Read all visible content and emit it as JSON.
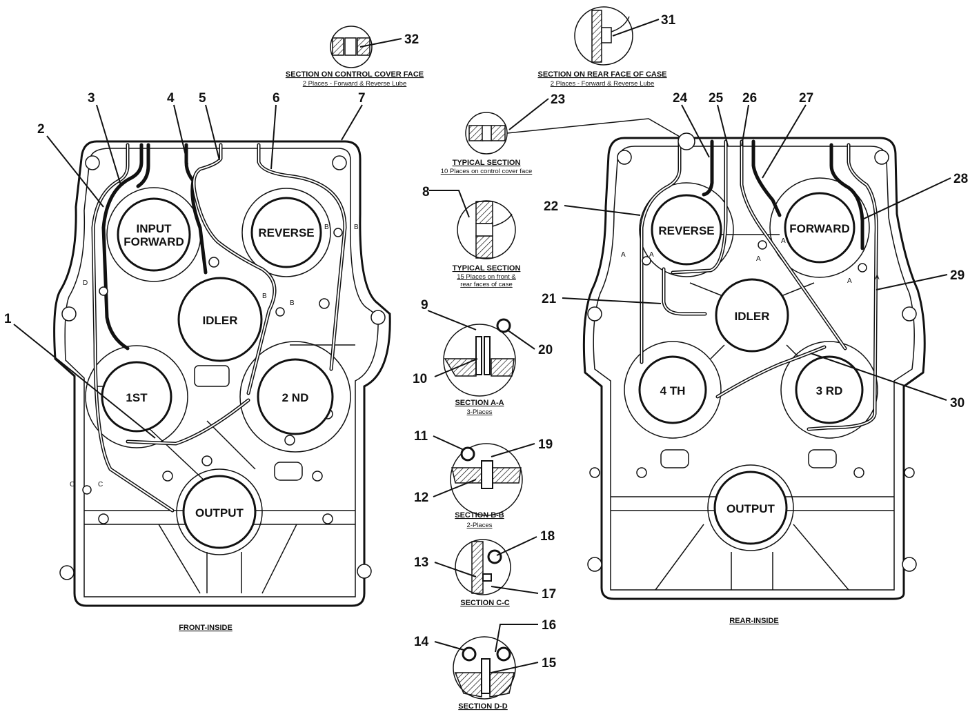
{
  "views": {
    "front_title": "FRONT-INSIDE",
    "rear_title": "REAR-INSIDE"
  },
  "gears_front": {
    "input_line1": "INPUT",
    "input_line2": "FORWARD",
    "reverse": "REVERSE",
    "idler": "IDLER",
    "first": "1ST",
    "second": "2 ND",
    "output": "OUTPUT"
  },
  "gears_rear": {
    "reverse": "REVERSE",
    "forward": "FORWARD",
    "idler": "IDLER",
    "fourth": "4 TH",
    "third": "3 RD",
    "output": "OUTPUT"
  },
  "sections": {
    "control_cover": {
      "title": "SECTION ON CONTROL COVER FACE",
      "sub": "2 Places - Forward & Reverse Lube"
    },
    "rear_face": {
      "title": "SECTION ON REAR FACE OF CASE",
      "sub": "2 Places - Forward & Reverse Lube"
    },
    "typical_23": {
      "title": "TYPICAL SECTION",
      "sub": "10 Places on control cover face"
    },
    "typical_8": {
      "title": "TYPICAL SECTION",
      "sub1": "15 Places on front &",
      "sub2": "rear faces of case"
    },
    "a_a": {
      "title": "SECTION A-A",
      "sub": "3-Places"
    },
    "b_b": {
      "title": "SECTION B-B",
      "sub": "2-Places"
    },
    "c_c": {
      "title": "SECTION C-C"
    },
    "d_d": {
      "title": "SECTION D-D"
    }
  },
  "section_marks": {
    "a": "A",
    "b": "B",
    "c": "C",
    "d": "D"
  },
  "callouts": {
    "n1": "1",
    "n2": "2",
    "n3": "3",
    "n4": "4",
    "n5": "5",
    "n6": "6",
    "n7": "7",
    "n8": "8",
    "n9": "9",
    "n10": "10",
    "n11": "11",
    "n12": "12",
    "n13": "13",
    "n14": "14",
    "n15": "15",
    "n16": "16",
    "n17": "17",
    "n18": "18",
    "n19": "19",
    "n20": "20",
    "n21": "21",
    "n22": "22",
    "n23": "23",
    "n24": "24",
    "n25": "25",
    "n26": "26",
    "n27": "27",
    "n28": "28",
    "n29": "29",
    "n30": "30",
    "n31": "31",
    "n32": "32"
  }
}
